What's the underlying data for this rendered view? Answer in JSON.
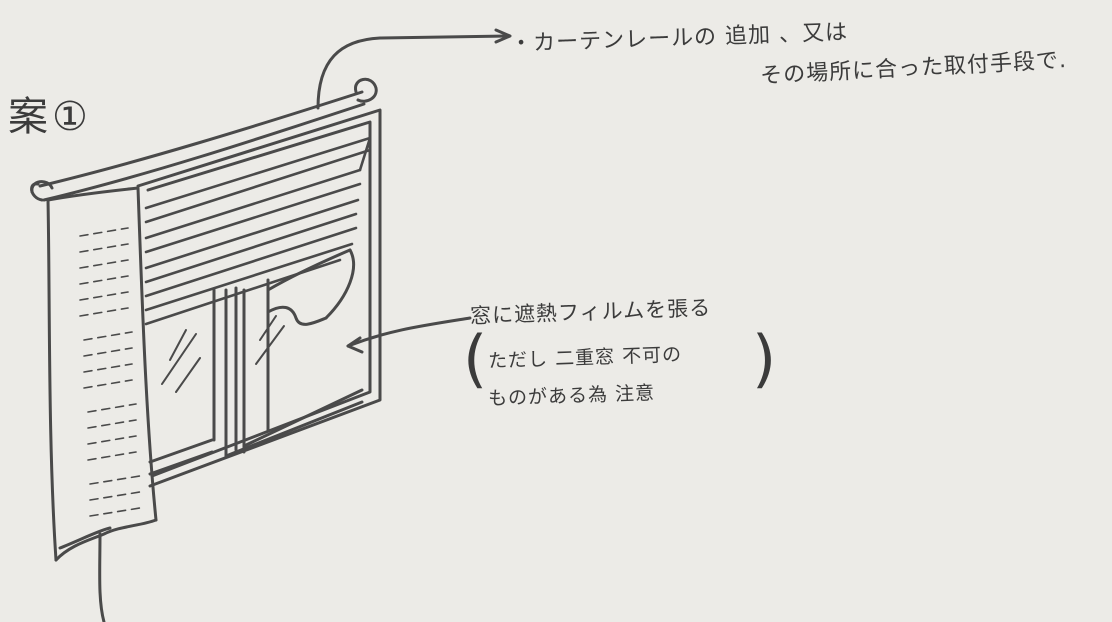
{
  "title": "案①",
  "annotations": {
    "curtain_rail_line1": "・カーテンレールの 追加 、又は",
    "curtain_rail_line2": "その場所に合った取付手段で.",
    "film_line1": "窓に遮熱フィルムを張る",
    "film_line2": "ただし 二重窓 不可の",
    "film_line3": "ものがある為 注意"
  },
  "colors": {
    "paper": "#ecebe7",
    "pencil": "#4a4a4a"
  }
}
